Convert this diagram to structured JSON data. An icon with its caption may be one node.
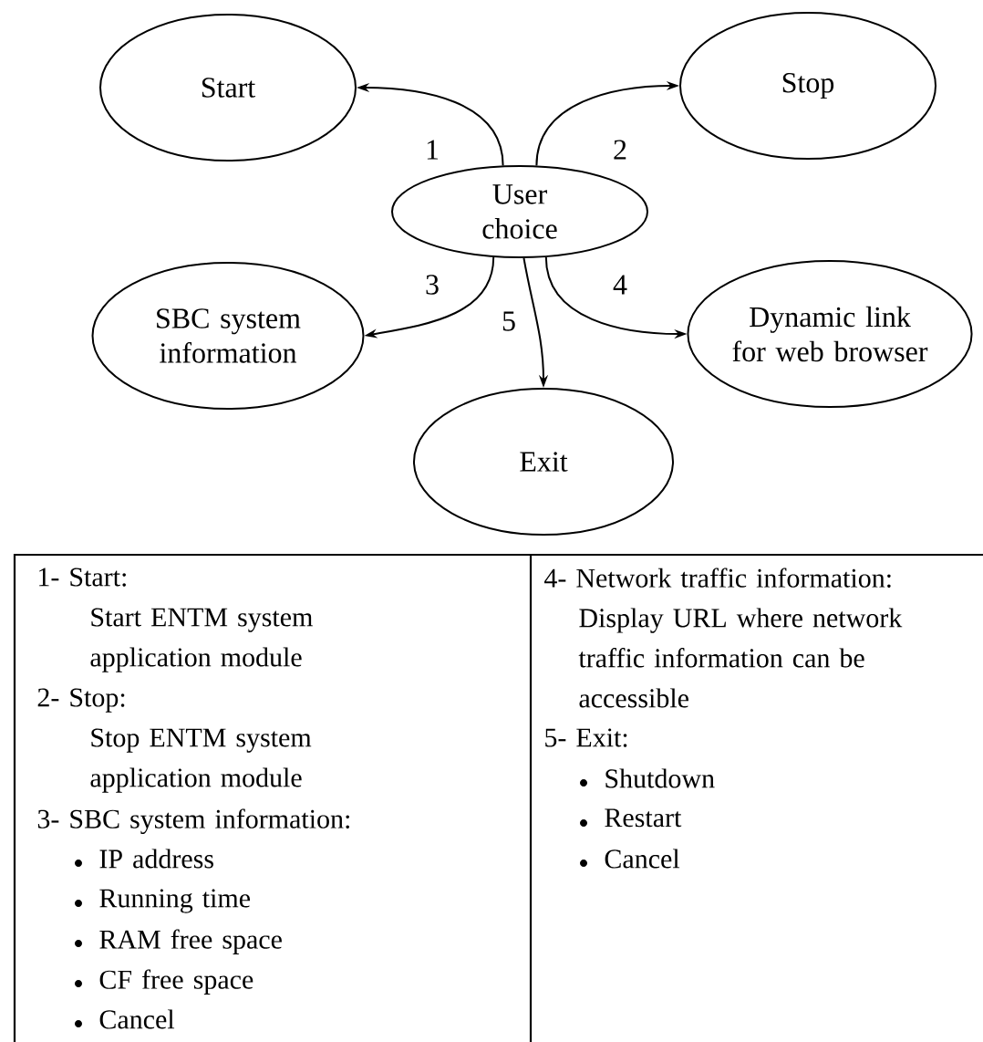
{
  "diagram": {
    "nodes": [
      {
        "text": [
          "Start"
        ]
      },
      {
        "text": [
          "Stop"
        ]
      },
      {
        "text": [
          "User choice"
        ]
      },
      {
        "text": [
          "SBC system information"
        ]
      },
      {
        "text": [
          "Dynamic link for web browser"
        ]
      },
      {
        "text": [
          "Exit"
        ]
      }
    ],
    "edges": [
      {
        "from": 2,
        "to": 0,
        "arrow": "to",
        "label": "1"
      },
      {
        "from": 2,
        "to": 1,
        "arrow": "to",
        "label": "2"
      },
      {
        "from": 2,
        "to": 3,
        "arrow": "to",
        "label": "3"
      },
      {
        "from": 2,
        "to": 4,
        "arrow": "to",
        "label": "4"
      },
      {
        "from": 2,
        "to": 5,
        "arrow": "to",
        "label": "5"
      }
    ],
    "labels": [
      "1- Start:",
      "Start ENTM system application module",
      "2- Stop:",
      "Stop ENTM system application module",
      "3- SBC system information:",
      "IP address",
      "Running time",
      "RAM free space",
      "CF free space",
      "Cancel",
      "4- Network traffic information:",
      "Display URL where network traffic information can be accessible",
      "5- Exit:",
      "Shutdown",
      "Restart",
      "Cancel"
    ]
  }
}
